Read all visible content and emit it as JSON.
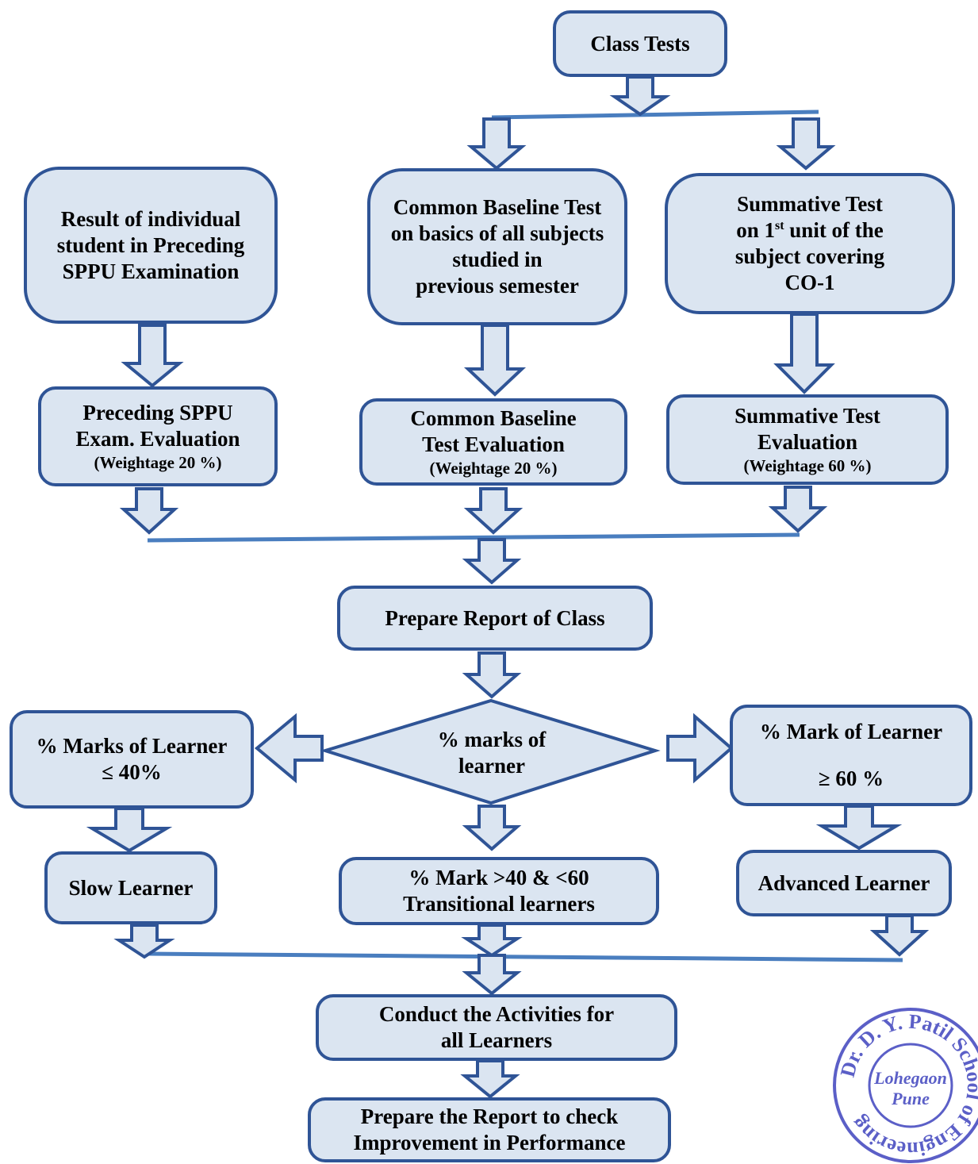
{
  "nodes": {
    "class_tests": "Class Tests",
    "result_individual": [
      "Result of individual",
      "student in Preceding",
      "SPPU Examination"
    ],
    "common_baseline": [
      "Common Baseline Test",
      "on basics of all subjects",
      "studied in",
      "previous semester"
    ],
    "summative": {
      "line1": "Summative Test",
      "line2_pre": "on 1",
      "line2_sup": "st",
      "line2_post": " unit of the",
      "line3": "subject covering",
      "line4": "CO-1"
    },
    "sppu_eval": [
      "Preceding SPPU",
      "Exam. Evaluation",
      "(Weightage 20 %)"
    ],
    "baseline_eval": [
      "Common Baseline",
      "Test Evaluation",
      "(Weightage 20 %)"
    ],
    "summative_eval": [
      "Summative Test",
      "Evaluation",
      "(Weightage 60 %)"
    ],
    "prepare_report_class": "Prepare Report of Class",
    "decision": [
      "% marks of",
      "learner"
    ],
    "marks_low": [
      "% Marks of Learner",
      "≤ 40%"
    ],
    "marks_high": [
      "% Mark of Learner",
      "≥ 60 %"
    ],
    "slow_learner": "Slow Learner",
    "transitional": [
      "% Mark >40 & <60",
      "Transitional learners"
    ],
    "advanced_learner": "Advanced Learner",
    "conduct_activities": [
      "Conduct the Activities for",
      "all Learners"
    ],
    "prepare_report_improvement": [
      "Prepare the Report to check",
      "Improvement in Performance"
    ]
  },
  "seal": {
    "ring_text": "Dr. D. Y. Patil School of Engineering",
    "center_lines": [
      "Lohegaon",
      "Pune"
    ]
  },
  "colors": {
    "box_fill": "#dbe5f1",
    "box_border": "#2f5496",
    "connector_line": "#4a7ebf",
    "seal_ink": "#5b5fc7"
  }
}
